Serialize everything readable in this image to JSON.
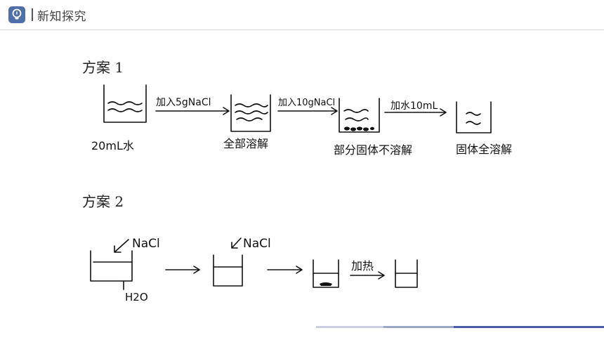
{
  "header": {
    "title": "新知探究",
    "icon": "lightbulb-icon",
    "accent": "#4f6fa8"
  },
  "plan1": {
    "label": "方案 1",
    "start_label": "20mL水",
    "steps": [
      {
        "arrow_label": "加入5gNaCl",
        "result_label": "全部溶解"
      },
      {
        "arrow_label": "加入10gNaCl",
        "result_label": "部分固体不溶解"
      },
      {
        "arrow_label": "加水10mL",
        "result_label": "固体全溶解"
      }
    ]
  },
  "plan2": {
    "label": "方案 2",
    "reagent_1": "NaCl",
    "solvent": "H2O",
    "reagent_2": "NaCl",
    "heat_label": "加热"
  },
  "footer_bar_colors": [
    "#c9cfe0",
    "#9aa7c8",
    "#4a5ea6"
  ]
}
